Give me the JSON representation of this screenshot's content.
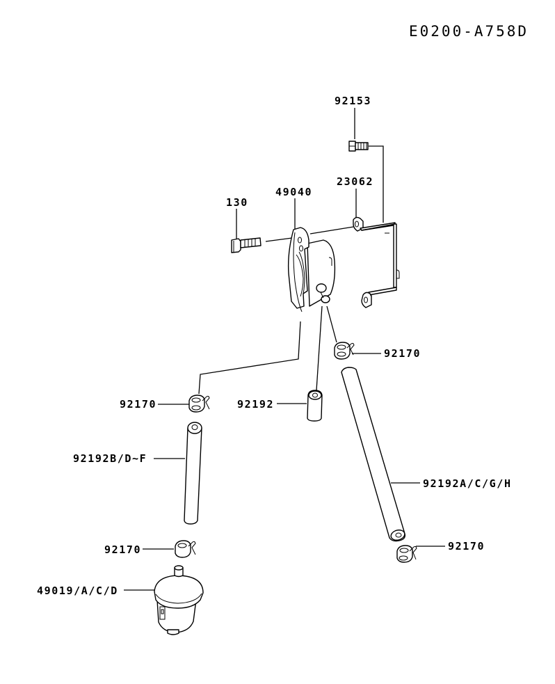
{
  "diagram": {
    "code": "E0200-A758D",
    "labels": {
      "bolt_top": "92153",
      "bracket": "23062",
      "bolt_left": "130",
      "fuel_pump": "49040",
      "clamp_right_upper": "92170",
      "clamp_left_upper": "92170",
      "short_hose": "92192",
      "left_hose": "92192B/D~F",
      "right_hose": "92192A/C/G/H",
      "clamp_left_lower": "92170",
      "clamp_right_lower": "92170",
      "fuel_filter": "49019/A/C/D"
    }
  }
}
